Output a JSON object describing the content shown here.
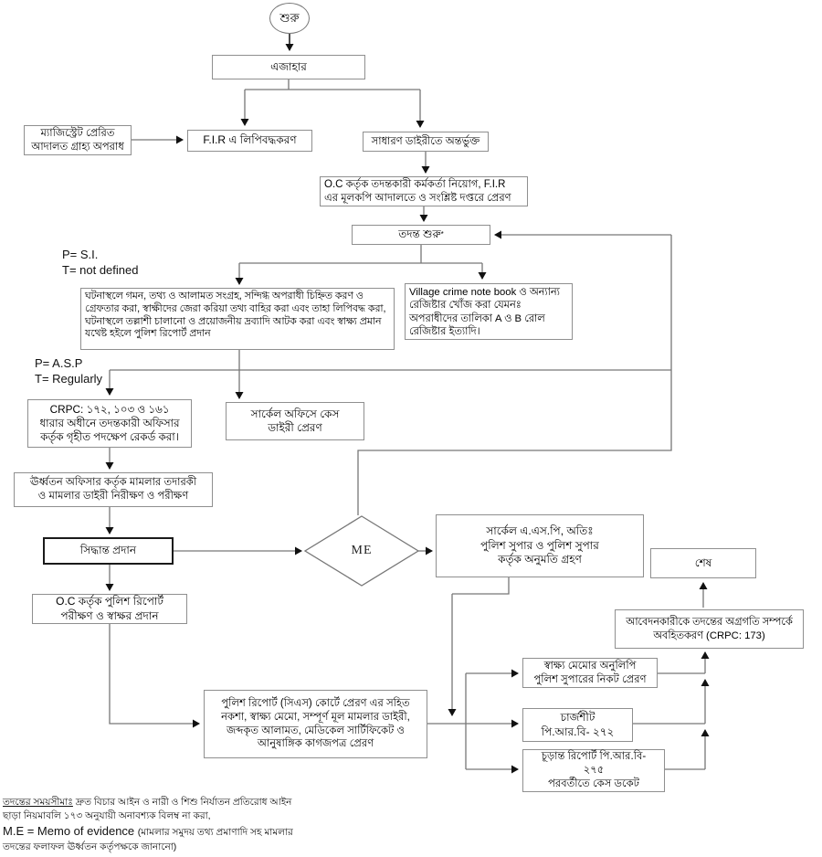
{
  "nodes": {
    "start": {
      "text": "শুরু"
    },
    "ejahar": {
      "text": "এজাহার"
    },
    "magistrate": {
      "text": "ম্যাজিস্ট্রেট প্রেরিত\nআদালত গ্রাহ্য অপরাধ"
    },
    "fir": {
      "text": "F.I.R এ লিপিবদ্ধকরণ"
    },
    "gd": {
      "text": "সাধারণ ডাইরীতে অন্তর্ভুক্ত"
    },
    "oc_assign": {
      "text": "O.C কর্তৃক তদন্তকারী কর্মকর্তা নিয়োগ, F.I.R\nএর মূলকপি আদালতে ও সংশ্লিষ্ট দপ্তরে প্রেরণ"
    },
    "tadanta_start": {
      "text": "তদন্ত শুরু",
      "marker": "*"
    },
    "invest": {
      "text": "ঘটনাস্থলে গমন, তথ্য ও আলামত সংগ্রহ, সন্দিগ্ধ অপরাধী চিহ্নিত করণ ও গ্রেফতার করা, স্বাক্ষীদের জেরা করিয়া তথ্য বাহির করা এবং তাহা লিপিবদ্ধ করা, ঘটনাস্থলে তল্লাশী চালানো ও প্রয়োজনীয় দ্রব্যাদি আটক করা এবং স্বাক্ষ্য প্রমান যথেষ্ট হইলে পুলিশ রিপোর্ট প্রদান"
    },
    "village": {
      "text": "Village crime note book ও অন্যান্য রেজিষ্টার খোঁজ করা যেমনঃ অপরাধীদের তালিকা A ও B রোল রেজিষ্টার ইত্যাদি।"
    },
    "crpc": {
      "text": "CRPC: ১৭২, ১০৩ ও ১৬১\nধারার অধীনে তদন্তকারী অফিসার\nকর্তৃক গৃহীত পদক্ষেপ রেকর্ড করা।"
    },
    "circle_office": {
      "text": "সার্কেল অফিসে কেস\nডাইরী প্রেরণ"
    },
    "superior": {
      "text": "ঊর্ধ্বতন অফিসার কর্তৃক মামলার তদারকী\nও মামলার ডাইরী নিরীক্ষণ ও পরীক্ষণ"
    },
    "decision": {
      "text": "সিদ্ধান্ত প্রদান"
    },
    "me": {
      "text": "ME"
    },
    "circle_asp": {
      "text": "সার্কেল এ.এস.পি, অতিঃ\nপুলিশ সুপার ও পুলিশ সুপার\nকর্তৃক অনুমতি গ্রহণ"
    },
    "end": {
      "text": "শেষ"
    },
    "inform": {
      "text": "আবেদনকারীকে তদন্তের অগ্রগতি সম্পর্কে\nঅবহিতকরণ (CRPC: 173)"
    },
    "oc_report": {
      "text": "O.C কর্তৃক পুলিশ রিপোর্ট\nপরীক্ষণ ও স্বাক্ষর প্রদান"
    },
    "police_report": {
      "text": "পুলিশ রিপোর্ট (সিএস) কোর্টে প্রেরণ এর সহিত\nনকশা, স্বাক্ষ্য মেমো, সম্পূর্ণ মূল মামলার ডাইরী,\nজব্দকৃত আলামত, মেডিকেল সার্টিফিকেট ও\nআনুষাঙ্গিক কাগজপত্র প্রেরণ"
    },
    "memo_copy": {
      "text": "স্বাক্ষ্য মেমোর অনুলিপি\nপুলিশ সুপারের নিকট প্রেরণ"
    },
    "chargesheet": {
      "text": "চার্জশীট\nপি.আর.বি- ২৭২"
    },
    "final_report": {
      "text": "চূড়ান্ত রিপোর্ট পি.আর.বি-\n২৭৫\nপরবর্তীতে কেস ডকেট"
    }
  },
  "labels": {
    "p_si": "P= S.I.\nT= not defined",
    "p_asp": "P= A.S.P\nT= Regularly"
  },
  "footnotes": {
    "line1_label": "তদন্তের সময়সীমাঃ",
    "line1_rest": " দ্রুত বিচার আইন ও নারী ও শিশু নির্যাতন প্রতিরোধ আইন",
    "line2": "ছাড়া নিয়মাবলি ১৭৩ অনুযায়ী অনাবশ্যক বিলম্ব না করা,",
    "line3_me": "M.E = Memo of evidence ",
    "line3_rest": "(মামলার সমুদয় তথ্য প্রমাণাদি সহ মামলার",
    "line4": "তদন্তের ফলাফল ঊর্ধ্বতন কর্তৃপক্ষকে জানানো)"
  },
  "colors": {
    "line": "#777777",
    "arrow": "#111111",
    "box_border": "#8f8f8f",
    "text": "#000000"
  }
}
